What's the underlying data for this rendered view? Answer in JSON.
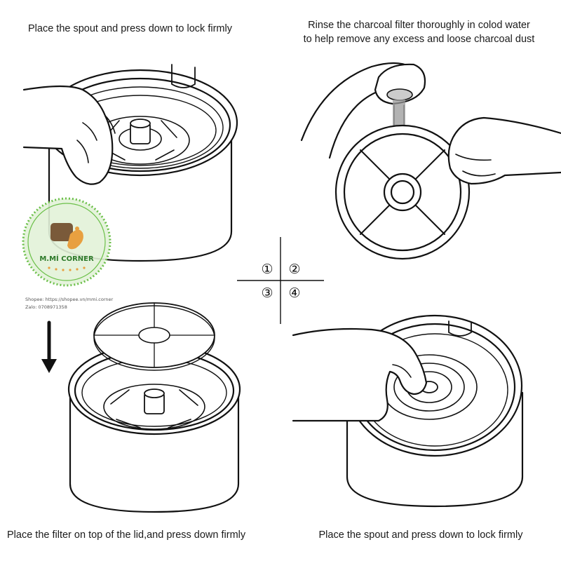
{
  "steps": [
    {
      "number": "①",
      "caption": "Place the spout and press down to lock firmly"
    },
    {
      "number": "②",
      "caption": "Rinse the charcoal filter thoroughly in colod water\nto help remove any excess and loose charcoal dust"
    },
    {
      "number": "③",
      "caption": "Place the filter on top of the lid,and press down firmly"
    },
    {
      "number": "④",
      "caption": "Place the spout and press down to lock firmly"
    }
  ],
  "watermark": {
    "brand": "M.MÍ CORNER",
    "shop": "Shopee: https://shopee.vn/mmi.corner",
    "zalo": "Zalo: 0708971358",
    "icon": "cat-paw-logo"
  },
  "colors": {
    "line": "#111111",
    "watermark_green": "#6cc04a",
    "watermark_bg": "#e2f2d8",
    "water": "#9a9a9a"
  }
}
